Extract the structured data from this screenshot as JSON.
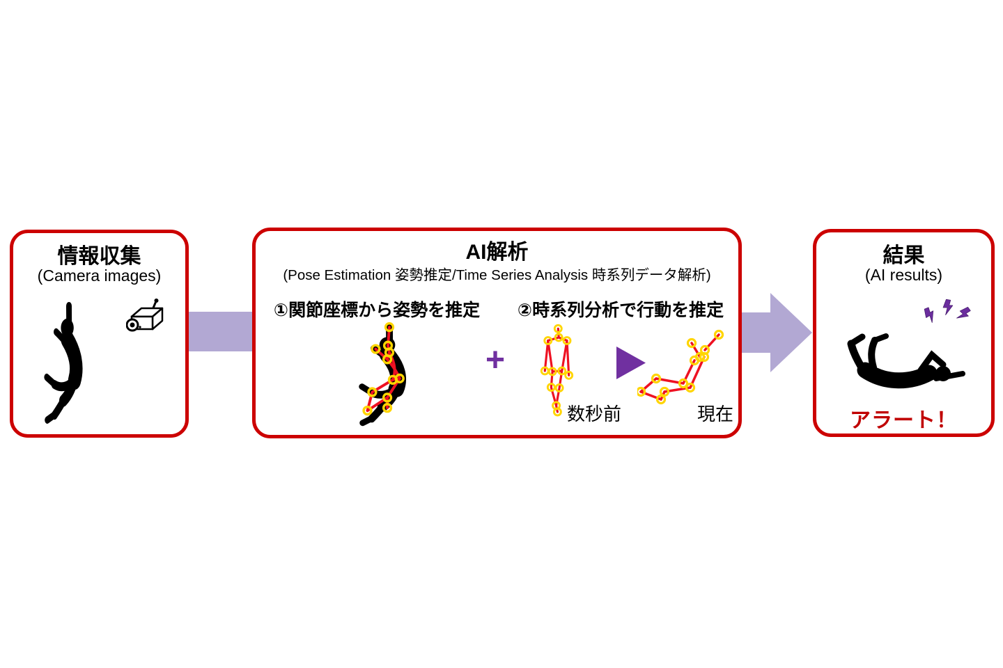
{
  "diagram": {
    "step1": {
      "title": "情報収集",
      "subtitle": "(Camera images)"
    },
    "step2": {
      "title": "AI解析",
      "subtitle": "(Pose Estimation 姿勢推定/Time Series Analysis 時系列データ解析)",
      "point1": "①関節座標から姿勢を推定",
      "point2": "②時系列分析で行動を推定",
      "plus_sign": "+",
      "time_label_past": "数秒前",
      "time_label_now": "現在"
    },
    "step3": {
      "title": "結果",
      "subtitle": "(AI results)",
      "alert_label": "アラート！"
    }
  },
  "icons": {
    "camera": "security-camera-icon",
    "falling_person": "falling-person-silhouette",
    "pose_skeleton": "pose-estimation-skeleton-icon",
    "standing_skeleton": "skeleton-standing-icon",
    "fallen_skeleton": "skeleton-fallen-icon",
    "triangle": "triangle-right-icon",
    "lightning": "alert-lightning-icon",
    "fallen_person": "fallen-person-silhouette",
    "flow_arrows": "flow-arrow-right"
  },
  "colors": {
    "background": "#ffffff",
    "box_border_red": "#cc0000",
    "alert_text_red": "#c00000",
    "arrow_lavender": "#b2a8d3",
    "accent_purple": "#7030a0",
    "skeleton_line_red": "#ee1122",
    "joint_yellow": "#ffd500",
    "silhouette_black": "#000000",
    "text_black": "#000000"
  }
}
